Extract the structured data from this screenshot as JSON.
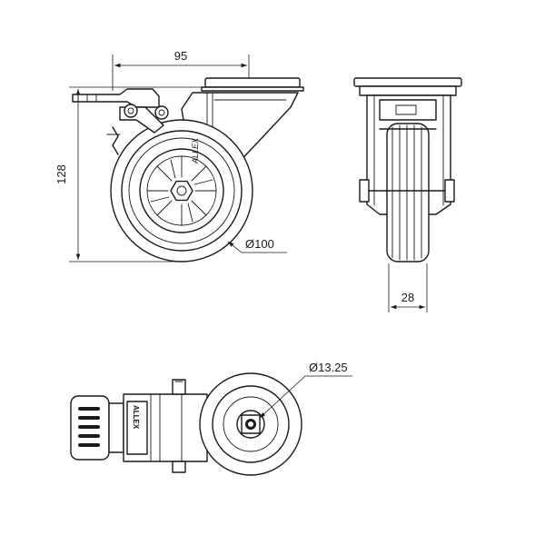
{
  "dimensions": {
    "width": "95",
    "height": "128",
    "wheel_diameter": "Ø100",
    "wheel_width": "28",
    "stem_diameter": "Ø13.25"
  },
  "branding": {
    "side_logo": "ALLEX",
    "top_logo": "ALLEX"
  },
  "colors": {
    "line": "#1a1a1a",
    "background": "#ffffff"
  }
}
